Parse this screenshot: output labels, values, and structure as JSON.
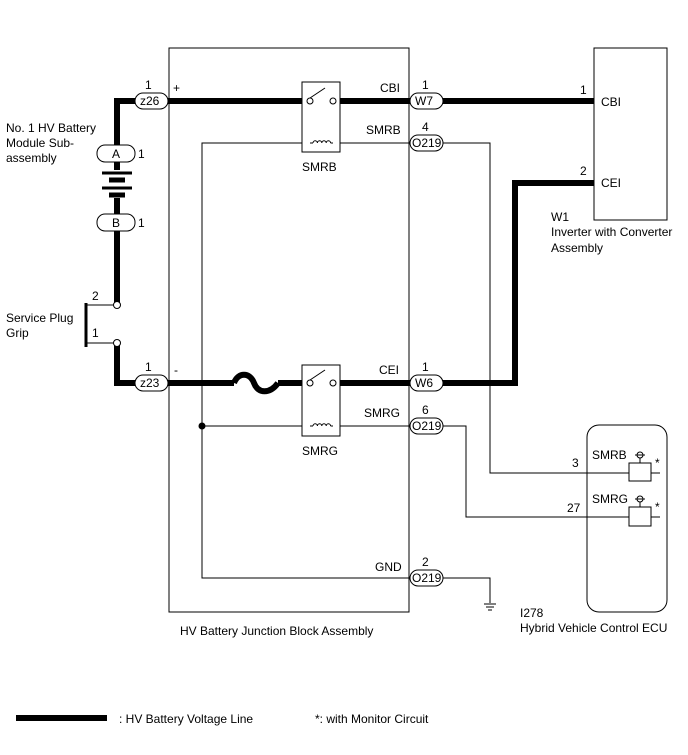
{
  "components": {
    "battery": {
      "label_line1": "No. 1 HV Battery",
      "label_line2": "Module Sub-",
      "label_line3": "assembly",
      "conn_a": {
        "id": "A",
        "pin": "1"
      },
      "conn_b": {
        "id": "B",
        "pin": "1"
      }
    },
    "service_plug": {
      "label_line1": "Service Plug",
      "label_line2": "Grip",
      "pin_top": "2",
      "pin_bottom": "1"
    },
    "junction_block": {
      "label": "HV Battery Junction Block Assembly",
      "plus": "+",
      "minus": "-",
      "relay_smrb": "SMRB",
      "relay_smrg": "SMRG"
    },
    "inverter": {
      "code": "W1",
      "label_line1": "Inverter with Converter",
      "label_line2": "Assembly",
      "pin1": "1",
      "pin1_label": "CBI",
      "pin2": "2",
      "pin2_label": "CEI"
    },
    "ecu": {
      "code": "I278",
      "label": "Hybrid Vehicle Control ECU",
      "smrb_label": "SMRB",
      "smrg_label": "SMRG",
      "smrb_pin": "3",
      "smrg_pin": "27",
      "asterisk": "*"
    }
  },
  "connectors": {
    "z26": {
      "id": "z26",
      "pin": "1"
    },
    "z23": {
      "id": "z23",
      "pin": "1"
    },
    "w7": {
      "id": "W7",
      "pin": "1",
      "signal": "CBI"
    },
    "w6": {
      "id": "W6",
      "pin": "1",
      "signal": "CEI"
    },
    "o219_smrb": {
      "id": "O219",
      "pin": "4",
      "signal": "SMRB"
    },
    "o219_smrg": {
      "id": "O219",
      "pin": "6",
      "signal": "SMRG"
    },
    "o219_gnd": {
      "id": "O219",
      "pin": "2",
      "signal": "GND"
    }
  },
  "legend": {
    "hv_line": ": HV Battery Voltage Line",
    "monitor": "*: with Monitor Circuit"
  }
}
